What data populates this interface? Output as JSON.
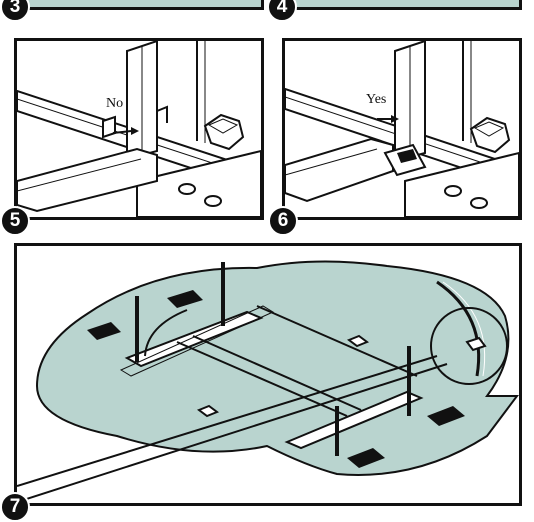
{
  "steps": {
    "s3": "3",
    "s4": "4",
    "s5": "5",
    "s6": "6",
    "s7": "7"
  },
  "callouts": {
    "no": "No",
    "yes": "Yes"
  },
  "colors": {
    "teal": "#b9d4cf",
    "ink": "#111111",
    "paper": "#ffffff"
  }
}
